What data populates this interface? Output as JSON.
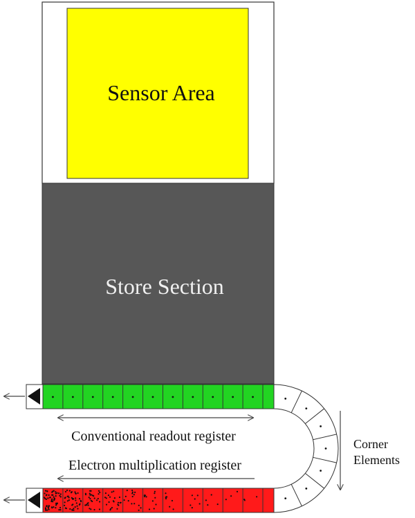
{
  "labels": {
    "sensor_area": "Sensor Area",
    "store_section": "Store Section",
    "conventional_register": "Conventional readout register",
    "em_register": "Electron multiplication register",
    "corner_line1": "Corner",
    "corner_line2": "Elements"
  },
  "colors": {
    "sensor": "#ffff00",
    "store": "#575757",
    "conventional": "#22d422",
    "em": "#ff1a1a",
    "outline": "#333333"
  }
}
